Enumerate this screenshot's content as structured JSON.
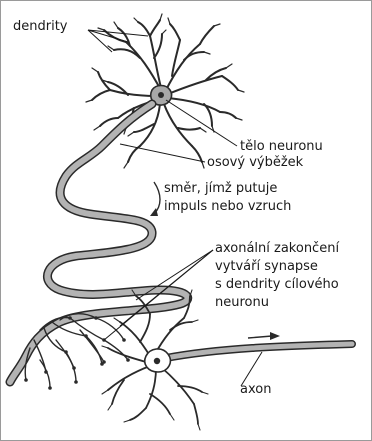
{
  "labels": {
    "dendrites": "dendrity",
    "cell_body": "tělo neuronu",
    "axon_process": "osový výběžek",
    "direction_line1": "směr, jímž putuje",
    "direction_line2": "impuls nebo vzruch",
    "terminal_line1": "axonální zakončení",
    "terminal_line2": "vytváří synapse",
    "terminal_line3": "s dendrity cílového",
    "terminal_line4": "neuronu",
    "axon": "axon"
  },
  "colors": {
    "axon_fill": "#b3b3b3",
    "outline": "#2a2a2a",
    "text": "#1a1a1a",
    "frame": "#9a9a9a"
  }
}
